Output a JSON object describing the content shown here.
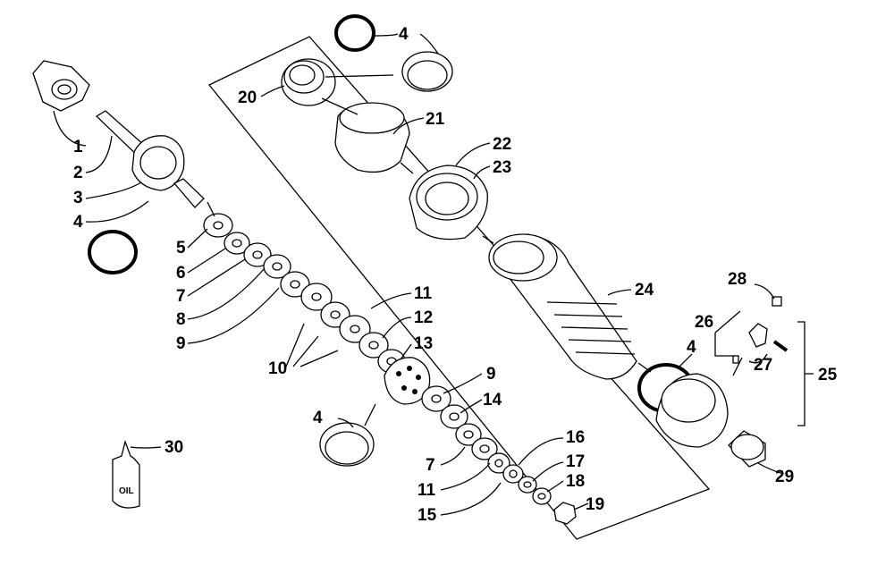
{
  "labels": {
    "n1": "1",
    "n2": "2",
    "n3": "3",
    "n4a": "4",
    "n4b": "4",
    "n4c": "4",
    "n4d": "4",
    "n5": "5",
    "n6": "6",
    "n7a": "7",
    "n7b": "7",
    "n8": "8",
    "n9a": "9",
    "n9b": "9",
    "n10": "10",
    "n11a": "11",
    "n11b": "11",
    "n12": "12",
    "n13": "13",
    "n14": "14",
    "n15": "15",
    "n16": "16",
    "n17": "17",
    "n18": "18",
    "n19": "19",
    "n20": "20",
    "n21": "21",
    "n22": "22",
    "n23": "23",
    "n24": "24",
    "n25": "25",
    "n26": "26",
    "n27": "27",
    "n28": "28",
    "n29": "29",
    "n30": "30"
  },
  "oil_bottle_text": "OIL"
}
